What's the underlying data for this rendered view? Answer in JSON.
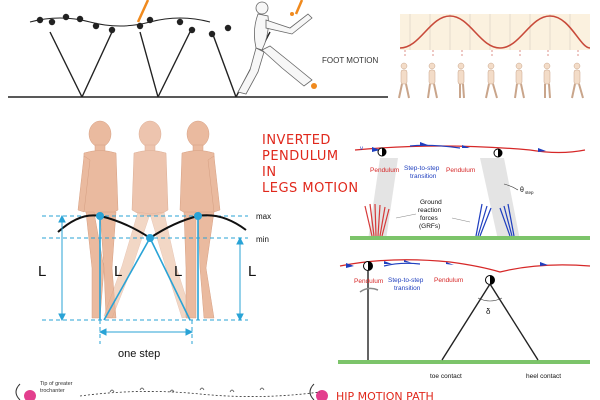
{
  "labels": {
    "foot_motion": "FOOT MOTION",
    "title_line1": "INVERTED",
    "title_line2": "PENDULUM",
    "title_line3": "IN",
    "title_line4": "LEGS MOTION",
    "max": "max",
    "min": "min",
    "L": "L",
    "one_step": "one step",
    "pendulum": "Pendulum",
    "step_to_step_1": "Step-to-step",
    "step_to_step_2": "transition",
    "grf_1": "Ground",
    "grf_2": "reaction",
    "grf_3": "forces",
    "grf_4": "(GRFs)",
    "theta": "θ",
    "theta_sub": "step",
    "v": "v",
    "delta": "δ",
    "toe_contact": "toe contact",
    "heel_contact": "heel contact",
    "greater_trochanter_1": "Tip of greater",
    "greater_trochanter_2": "trochanter",
    "hip_motion_path": "HIP MOTION PATH"
  },
  "colors": {
    "title_red": "#e0281c",
    "accent_blue": "#29a3d6",
    "pendulum_red": "#d62828",
    "transition_blue": "#1f3fbf",
    "grf_red": "#d63a3a",
    "body_fill": "#e9b79a",
    "ground_green": "#7cc46a",
    "sine_red": "#c84a3a",
    "sine_bg": "#fbf1df",
    "marker_pink": "#e33f8e",
    "arrow_orange": "#f08a1e"
  }
}
